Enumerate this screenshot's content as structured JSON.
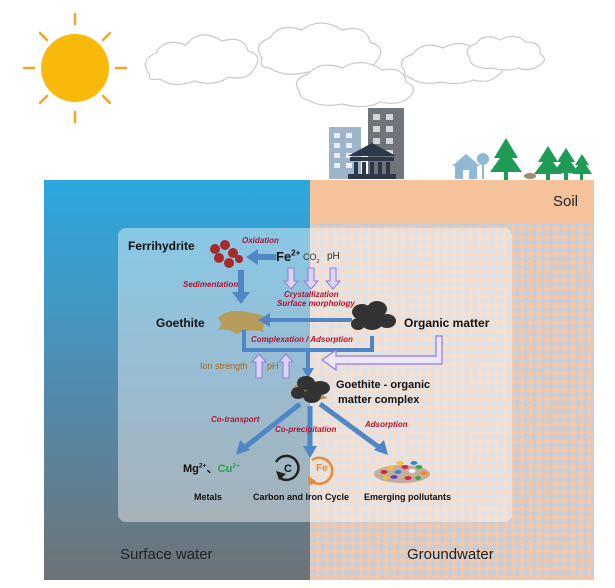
{
  "labels": {
    "soil": "Soil",
    "surface_water": "Surface water",
    "groundwater": "Groundwater",
    "ferrihydrite": "Ferrihydrite",
    "oxidation": "Oxidation",
    "fe2": {
      "base": "Fe",
      "sup": "2+"
    },
    "co2": {
      "base": "CO",
      "sub": "2"
    },
    "ph_top": "pH",
    "sedimentation": "Sedimentation",
    "crystallization": "Crystallization",
    "surface_morphology": "Surface morphology",
    "goethite": "Goethite",
    "organic_matter": "Organic matter",
    "complexation": "Complexation / Adsorption",
    "ion_strength": "Ion strength",
    "ph_mid": "pH",
    "complex_line1": "Goethite - organic",
    "complex_line2": "matter complex",
    "co_transport": "Co-transport",
    "co_precipitation": "Co-precipitation",
    "adsorption": "Adsorption",
    "mg": {
      "base": "Mg",
      "sup": "2+"
    },
    "separator": "、",
    "cu": {
      "base": "Cu",
      "sup": "2+"
    },
    "metals": "Metals",
    "carbon_iron_cycle": "Carbon and Iron Cycle",
    "emerging_pollutants": "Emerging pollutants",
    "carbon_symbol": "C",
    "iron_symbol": "Fe"
  },
  "colors": {
    "water_top": "#2aa6dd",
    "water_bottom": "#6f7478",
    "soil": "#f7c39d",
    "checker": "#b8c9d8",
    "arrow_blue": "#4f86c6",
    "arrow_lilac": "#b7a7e6",
    "process_red": "#b3122e",
    "sun": "#f9b90a",
    "tree": "#1e9c56",
    "building": "#8fa5bd",
    "complex_brown": "#b79b5a"
  },
  "icons": [
    "sun-icon",
    "cloud-icon",
    "city-icon",
    "tree-icon",
    "carbon-cycle-icon",
    "iron-cycle-icon"
  ]
}
